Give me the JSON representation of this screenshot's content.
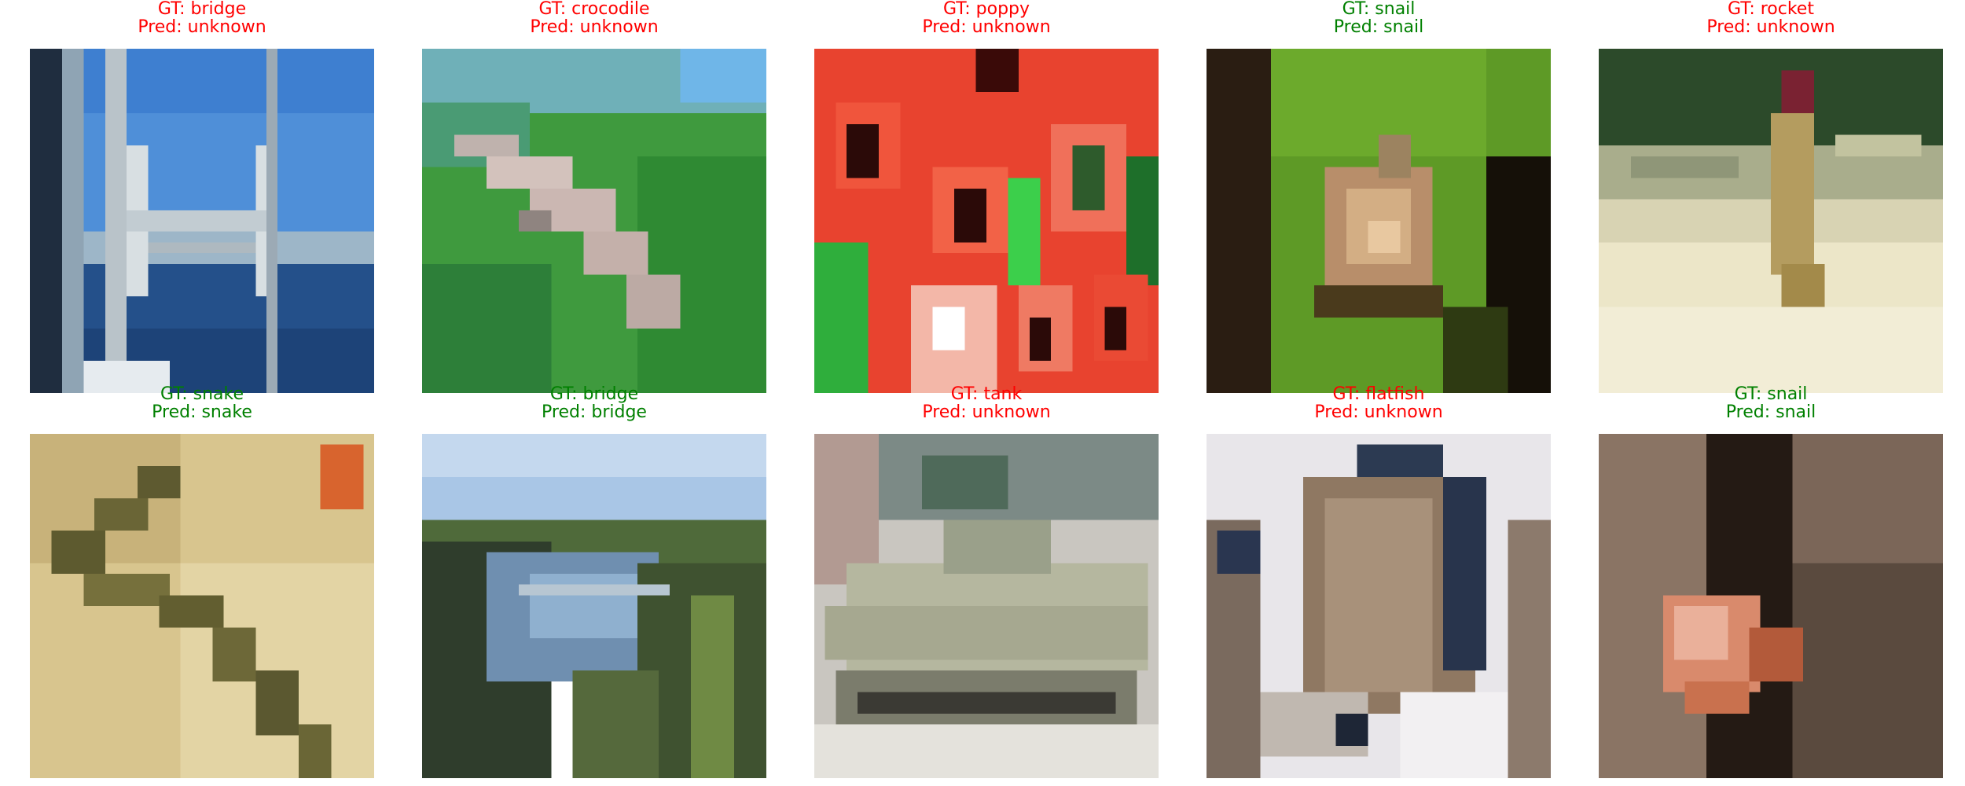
{
  "panels": [
    {
      "gt": "GT: bridge",
      "pred": "Pred: unknown",
      "status": "wrong",
      "image": "bridge-over-water"
    },
    {
      "gt": "GT: crocodile",
      "pred": "Pred: unknown",
      "status": "wrong",
      "image": "crocodile-on-green"
    },
    {
      "gt": "GT: poppy",
      "pred": "Pred: unknown",
      "status": "wrong",
      "image": "red-poppies"
    },
    {
      "gt": "GT: snail",
      "pred": "Pred: snail",
      "status": "right",
      "image": "snail-on-leaf"
    },
    {
      "gt": "GT: rocket",
      "pred": "Pred: unknown",
      "status": "wrong",
      "image": "rocket-launch-site"
    },
    {
      "gt": "GT: snake",
      "pred": "Pred: snake",
      "status": "right",
      "image": "snake-on-sand"
    },
    {
      "gt": "GT: bridge",
      "pred": "Pred: bridge",
      "status": "right",
      "image": "river-valley-bridge"
    },
    {
      "gt": "GT: tank",
      "pred": "Pred: unknown",
      "status": "wrong",
      "image": "military-tank"
    },
    {
      "gt": "GT: flatfish",
      "pred": "Pred: unknown",
      "status": "wrong",
      "image": "flatfish-closeup"
    },
    {
      "gt": "GT: snail",
      "pred": "Pred: snail",
      "status": "right",
      "image": "snail-on-bark"
    }
  ],
  "colors": {
    "wrong": "#ff0000",
    "right": "#008000"
  }
}
